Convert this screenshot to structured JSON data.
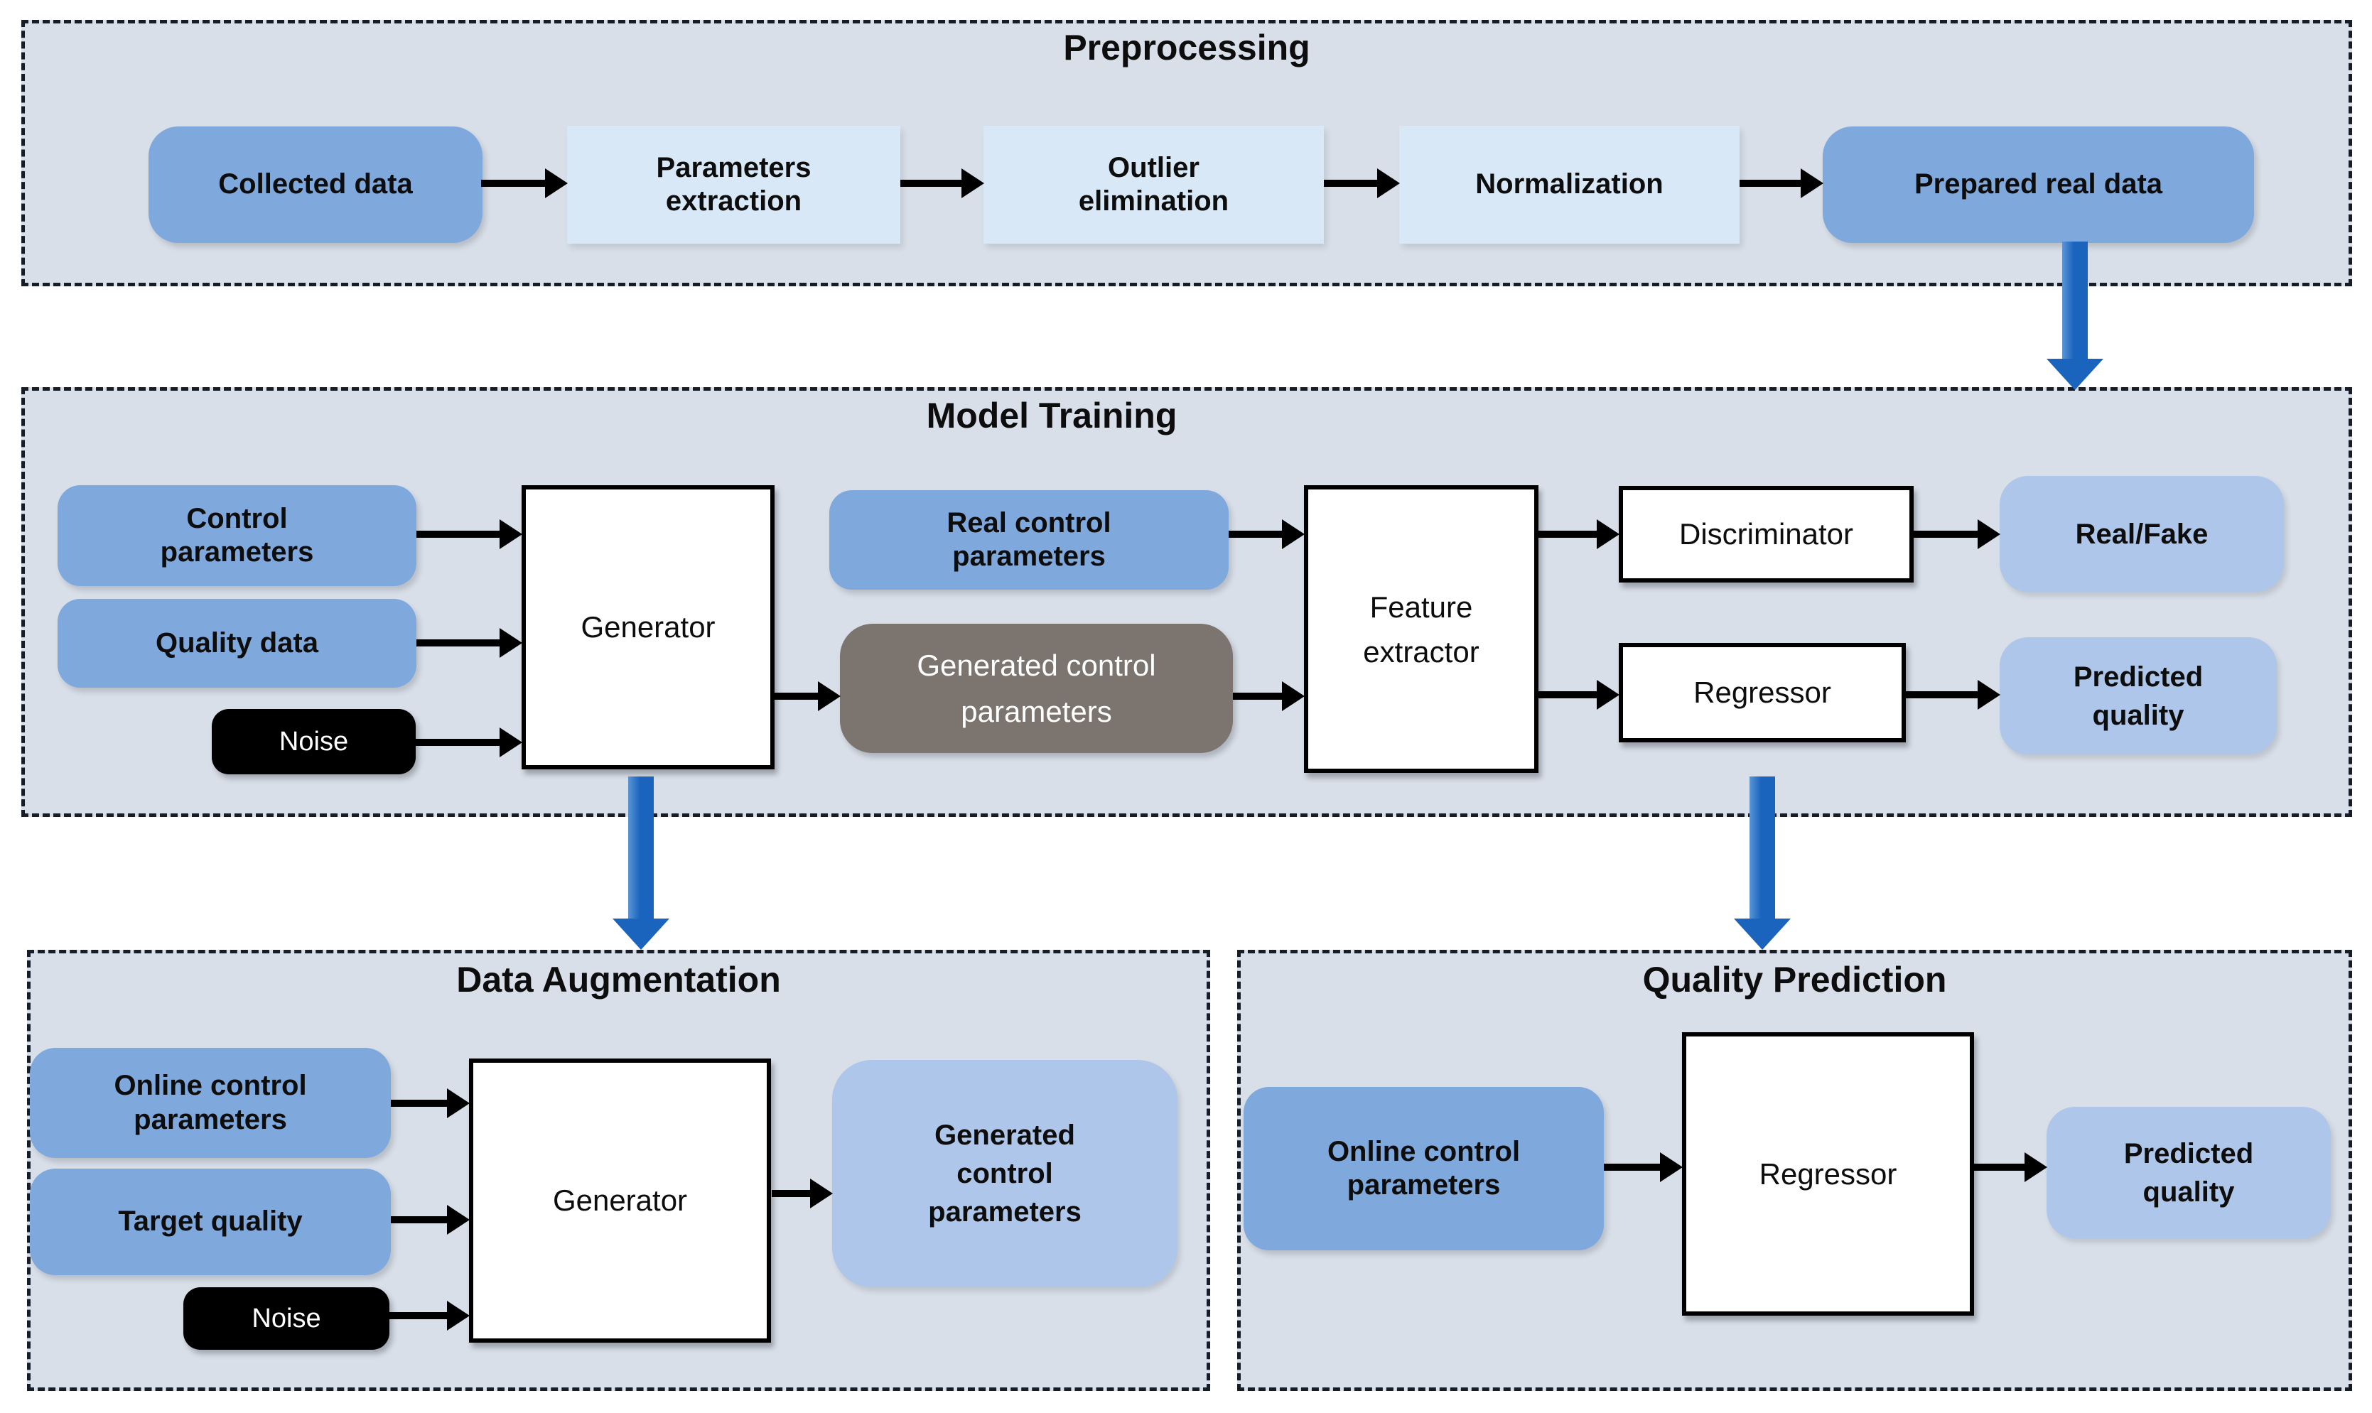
{
  "diagram": {
    "preprocessing": {
      "title": "Preprocessing",
      "collected_data": "Collected data",
      "parameters_extraction": "Parameters\nextraction",
      "outlier_elimination": "Outlier\nelimination",
      "normalization": "Normalization",
      "prepared_real_data": "Prepared real data"
    },
    "model_training": {
      "title": "Model Training",
      "control_parameters": "Control\nparameters",
      "quality_data": "Quality data",
      "noise": "Noise",
      "generator": "Generator",
      "real_control_parameters": "Real control\nparameters",
      "generated_control_parameters": "Generated control\nparameters",
      "feature_extractor": "Feature\nextractor",
      "discriminator": "Discriminator",
      "regressor": "Regressor",
      "real_fake": "Real/Fake",
      "predicted_quality": "Predicted\nquality"
    },
    "data_augmentation": {
      "title": "Data Augmentation",
      "online_control_parameters": "Online control\nparameters",
      "target_quality": "Target quality",
      "noise": "Noise",
      "generator": "Generator",
      "generated_control_parameters": "Generated\ncontrol\nparameters"
    },
    "quality_prediction": {
      "title": "Quality Prediction",
      "online_control_parameters": "Online control\nparameters",
      "regressor": "Regressor",
      "predicted_quality": "Predicted\nquality"
    }
  },
  "colors": {
    "page_bg": "#ffffff",
    "panel_bg": "#d8dfe9",
    "panel_border": "#161d28",
    "medium_blue_box": "#7fa8dc",
    "light_blue_box": "#d9e8f6",
    "soft_blue_box": "#aec6ea",
    "gray_box": "#7c746f",
    "black_box": "#000000",
    "black_arrow": "#000000",
    "blue_flow_arrow": "#1b64be"
  }
}
